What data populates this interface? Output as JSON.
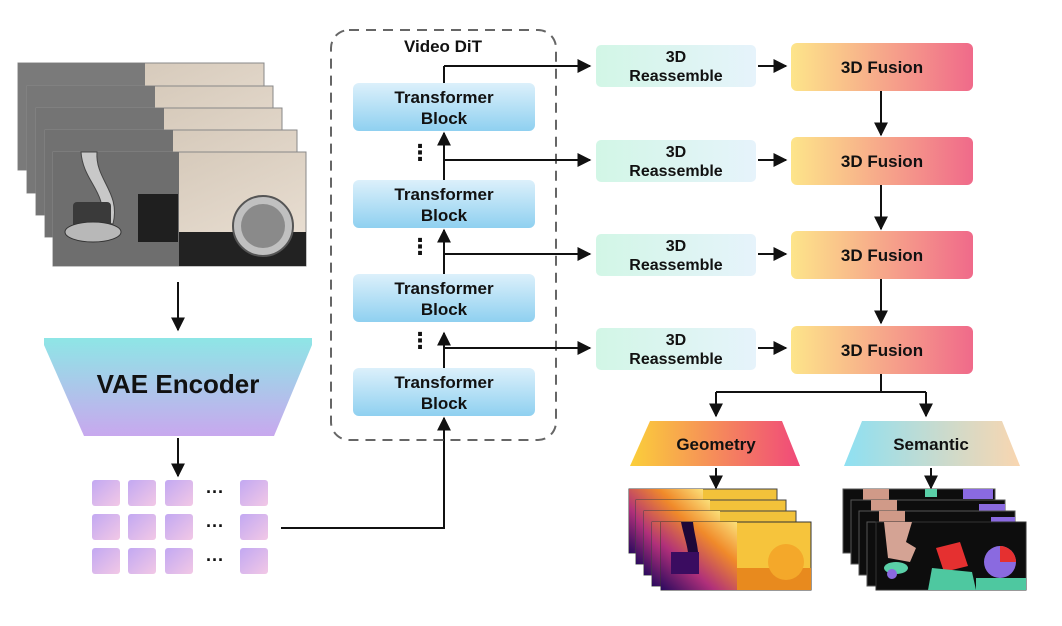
{
  "video_dit": {
    "title": "Video DiT"
  },
  "transformer_blocks": [
    {
      "line1": "Transformer",
      "line2": "Block"
    },
    {
      "line1": "Transformer",
      "line2": "Block"
    },
    {
      "line1": "Transformer",
      "line2": "Block"
    },
    {
      "line1": "Transformer",
      "line2": "Block"
    }
  ],
  "reassemble_blocks": [
    {
      "line1": "3D",
      "line2": "Reassemble"
    },
    {
      "line1": "3D",
      "line2": "Reassemble"
    },
    {
      "line1": "3D",
      "line2": "Reassemble"
    },
    {
      "line1": "3D",
      "line2": "Reassemble"
    }
  ],
  "fusion_blocks": [
    {
      "label": "3D Fusion"
    },
    {
      "label": "3D Fusion"
    },
    {
      "label": "3D Fusion"
    },
    {
      "label": "3D Fusion"
    }
  ],
  "encoder": {
    "label": "VAE Encoder"
  },
  "heads": {
    "geometry": "Geometry",
    "semantic": "Semantic"
  },
  "ellipsis": {
    "vertical": "⋮",
    "horizontal": "···"
  },
  "colors": {
    "transformer_top": "#dcf0fb",
    "transformer_bottom": "#8fd0f0",
    "reassemble_left": "#d2f6e6",
    "reassemble_right": "#e6f3fb",
    "fusion_left": "#fde58a",
    "fusion_right": "#f06a8a",
    "encoder_top": "#8ee6e6",
    "encoder_bottom": "#c8a8ee",
    "geometry_left": "#fbcf3a",
    "geometry_right": "#f0497a",
    "semantic_left": "#8ee0f2",
    "semantic_right": "#f9d6b0",
    "token_left": "#c2a8f2",
    "token_right": "#f2c8e6"
  }
}
